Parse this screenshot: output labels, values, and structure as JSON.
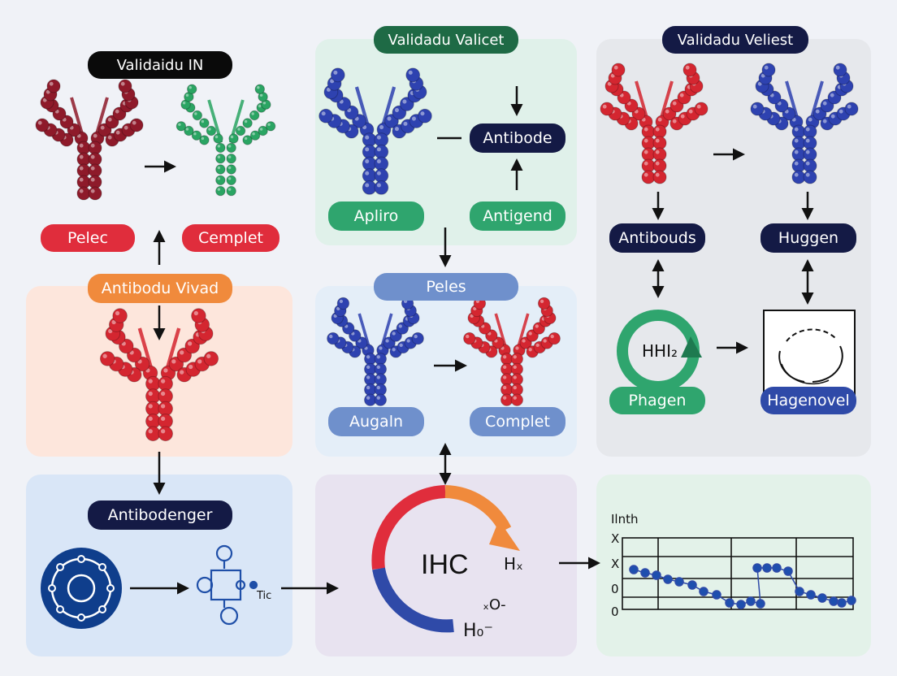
{
  "colors": {
    "navy": "#141a45",
    "red": "#e02d3c",
    "green": "#2fa56e",
    "orange": "#f08a3c",
    "blue_pill": "#6f90cc",
    "royal": "#2f4aa8",
    "dark_green": "#1e6a45",
    "maroon": "#8e1a2a",
    "molecule_green": "#2aa563",
    "molecule_blue": "#2e42b0"
  },
  "panels": {
    "in": {
      "title": "Validaidu IN",
      "label_left": "Pelec",
      "label_right": "Cemplet"
    },
    "vivad": {
      "title": "Antibodu Vivad"
    },
    "antibodenger": {
      "title": "Antibodenger",
      "node_label": "Tic"
    },
    "valicet": {
      "title": "Validadu Valicet",
      "center_label": "Antibode",
      "left_label": "Apliro",
      "right_label": "Antigend"
    },
    "peles": {
      "title": "Peles",
      "left_label": "Augaln",
      "right_label": "Complet"
    },
    "ihc": {
      "center_label": "IHC",
      "right_formula": "Hₓ",
      "bottom_formula": "H₀⁻",
      "bottom_formula2": "ₓO‐"
    },
    "veliest": {
      "title": "Validadu Veliest",
      "left_label": "Antibouds",
      "right_label": "Huggen",
      "cycle_label": "HHI₂",
      "bottom_left": "Phagen",
      "bottom_right": "Hagenovel"
    },
    "plot": {
      "ylabel": "Ilnth",
      "ticks": [
        "X",
        "X",
        "0",
        "0"
      ]
    }
  }
}
